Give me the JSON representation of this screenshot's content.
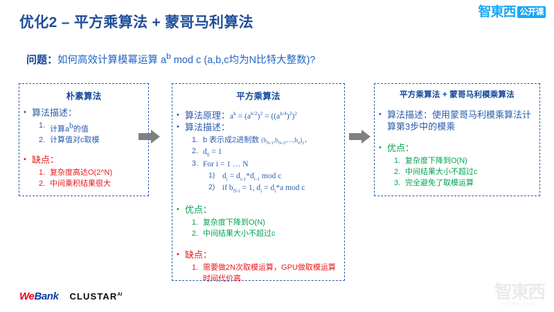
{
  "header": {
    "title": "优化2 – 平方乘算法 + 蒙哥马利算法",
    "question_label": "问题：",
    "question_text_1": "如何高效计算模幂运算 a",
    "question_sup": "b",
    "question_text_2": " mod c (a,b,c均为N比特大整数)?",
    "brand_mark": "智東西",
    "brand_tag": "公开课"
  },
  "boxes": [
    {
      "id": "box1",
      "title": "朴素算法",
      "blocks": [
        {
          "bullet_color": "blue",
          "heading": "算法描述：",
          "items": [
            {
              "num": "1.",
              "text": "计算a",
              "sup": "b",
              "text2": "的值"
            },
            {
              "num": "2.",
              "text": "计算值对c取模",
              "sup": "",
              "text2": ""
            }
          ]
        },
        {
          "bullet_color": "red",
          "heading": "缺点：",
          "items": [
            {
              "num": "1.",
              "text": "复杂度高达O(2^N)",
              "sup": "",
              "text2": ""
            },
            {
              "num": "2.",
              "text": "中间乘积结果很大",
              "sup": "",
              "text2": ""
            }
          ]
        }
      ]
    },
    {
      "id": "box2",
      "title": "平方乘算法",
      "principle_heading": "算法原理：",
      "principle_formula": "a",
      "desc_heading": "算法描述：",
      "steps": [
        "b 表示成2进制数",
        "d",
        "For i = 1 … N"
      ],
      "substeps": [
        "1)",
        "2)"
      ],
      "pros_heading": "优点：",
      "pros": [
        "复杂度下降到O(N)",
        "中间结果大小不超过c"
      ],
      "cons_heading": "缺点：",
      "cons": [
        "需要做2N次取模运算，GPU做取模运算时间代价高"
      ]
    },
    {
      "id": "box3",
      "title": "平方乘算法 + 蒙哥马利模乘算法",
      "desc_heading": "算法描述：使用蒙哥马利模乘算法计算第3步中的模乘",
      "pros_heading": "优点：",
      "pros": [
        "复杂度下降到O(N)",
        "中间结果大小不超过c",
        "完全避免了取模运算"
      ]
    }
  ],
  "footer": {
    "webank_we": "We",
    "webank_bank": "Bank",
    "clustar": "CLUSTAR",
    "clustar_ai": "AI",
    "watermark_mark": "智東西",
    "watermark_url": "zhidx.com"
  },
  "colors": {
    "title_blue": "#1F4E9C",
    "body_blue": "#2A5CAA",
    "red": "#E8181C",
    "green": "#00A550",
    "brand_cyan": "#1BA7F5",
    "arrow_gray": "#808080"
  }
}
